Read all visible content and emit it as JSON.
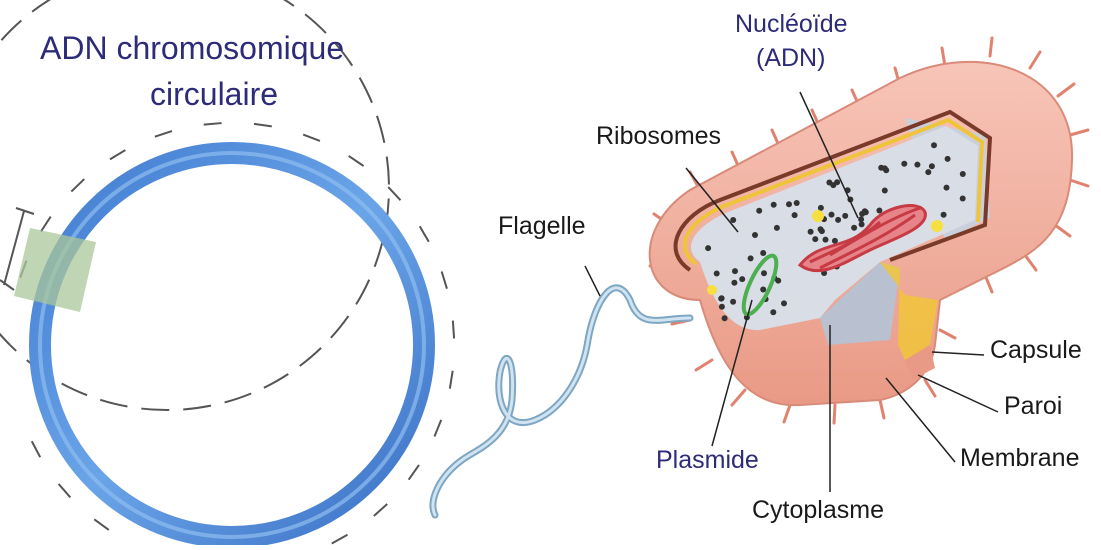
{
  "title": {
    "line1": "ADN chromosomique",
    "line2": "circulaire"
  },
  "labels": {
    "nucleoid_line1": "Nucléoïde",
    "nucleoid_line2": "(ADN)",
    "ribosomes": "Ribosomes",
    "flagelle": "Flagelle",
    "capsule": "Capsule",
    "paroi": "Paroi",
    "membrane": "Membrane",
    "plasmide": "Plasmide",
    "cytoplasme": "Cytoplasme"
  },
  "colors": {
    "title_blue": "#2e2b78",
    "ring_blue": "#4a86d6",
    "capsule_pink": "#f2b3a3",
    "membrane_yellow": "#f0c43a",
    "cytoplasm_grey": "#d9dde6",
    "nucleoid_red": "#d9535a",
    "plasmid_green": "#4caf50",
    "flagellum_blue": "#9cc3de"
  }
}
